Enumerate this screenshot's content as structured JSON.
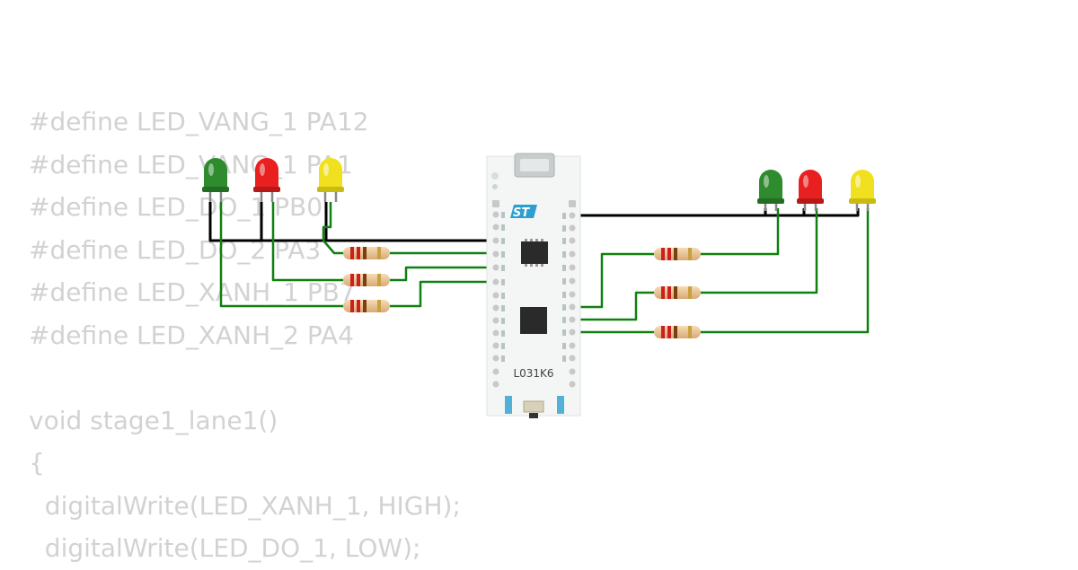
{
  "code_lines": [
    "#define LED_VANG_1 PA12",
    "#define LED_VANG_1 PA1",
    "#define LED_DO_1 PB0",
    "#define LED_DO_2 PA3",
    "#define LED_XANH_1 PB7",
    "#define LED_XANH_2 PA4",
    "",
    "void stage1_lane1()",
    "{",
    "  digitalWrite(LED_XANH_1, HIGH);",
    "  digitalWrite(LED_DO_1, LOW);"
  ],
  "board": {
    "label": "L031K6",
    "logo": "ST"
  },
  "colors": {
    "led_green": "#2e8b2e",
    "led_red": "#e82020",
    "led_yellow": "#f0e020",
    "wire_signal": "#108010",
    "wire_ground": "#000000",
    "board": "#f4f6f6",
    "code_text": "#d2d2d2"
  }
}
